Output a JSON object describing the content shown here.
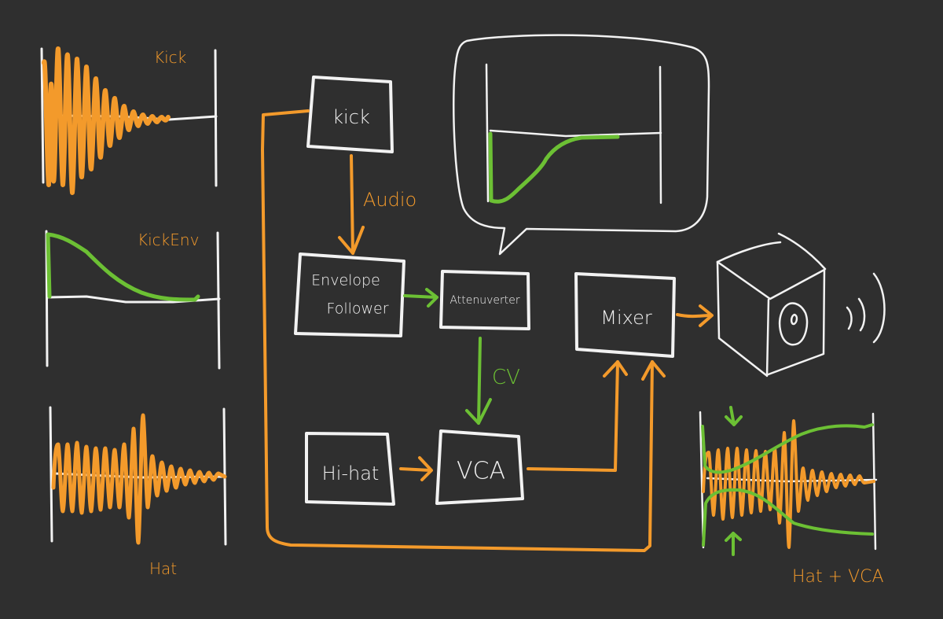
{
  "colors": {
    "background": "#2f2f2f",
    "stroke": "#f2f2f2",
    "audio": "#f39a2b",
    "cv": "#6cc034"
  },
  "plots": {
    "kick": {
      "label": "Kick",
      "signal": "audio waveform, fast decay"
    },
    "kick_env": {
      "label": "KickEnv",
      "signal": "decaying envelope"
    },
    "hat": {
      "label": "Hat",
      "signal": "audio waveform"
    },
    "attenuverted": {
      "label": "",
      "signal": "inverted envelope (speech bubble from Attenuverter)"
    },
    "hat_vca": {
      "label": "Hat + VCA",
      "signal": "hat waveform with envelope ducking"
    }
  },
  "blocks": {
    "kick": "kick",
    "envelope_follower_line1": "Envelope",
    "envelope_follower_line2": "Follower",
    "attenuverter": "Attenuverter",
    "mixer": "Mixer",
    "hihat": "Hi-hat",
    "vca": "VCA"
  },
  "connections": {
    "audio_label": "Audio",
    "cv_label": "CV",
    "edges": [
      {
        "from": "kick",
        "to": "envelope_follower",
        "type": "audio"
      },
      {
        "from": "envelope_follower",
        "to": "attenuverter",
        "type": "cv"
      },
      {
        "from": "attenuverter",
        "to": "vca",
        "type": "cv"
      },
      {
        "from": "hihat",
        "to": "vca",
        "type": "audio"
      },
      {
        "from": "vca",
        "to": "mixer",
        "type": "audio"
      },
      {
        "from": "kick",
        "to": "mixer",
        "type": "audio"
      },
      {
        "from": "mixer",
        "to": "speaker",
        "type": "audio"
      }
    ]
  },
  "speaker": {
    "icon": "speaker-icon",
    "waves": "sound-waves-icon"
  }
}
